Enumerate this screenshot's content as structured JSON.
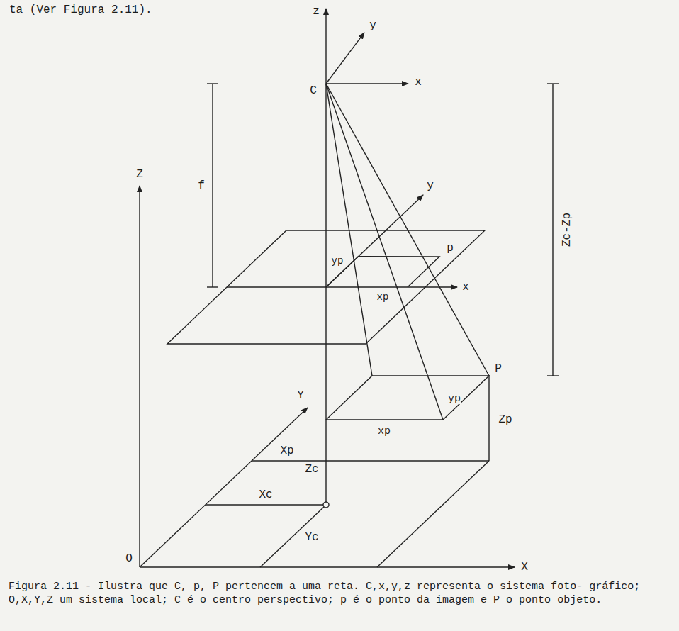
{
  "diagram": {
    "caption": "Figura 2.11 - Ilustra que C, p, P pertencem a uma reta. C,x,y,z representa o sistema foto- gráfico; O,X,Y,Z um sistema local; C é o centro perspectivo; p é o ponto da imagem e P o ponto objeto.",
    "labels": [
      "ta (Ver Figura 2.11).",
      "z",
      "y",
      "x",
      "C",
      "f",
      "y",
      "x",
      "p",
      "yp",
      "xp",
      "Zc-Zp",
      "P",
      "yp",
      "xp",
      "Zp",
      "Z",
      "Xp",
      "Y",
      "Zc",
      "Xc",
      "Yc",
      "O",
      "X"
    ]
  }
}
